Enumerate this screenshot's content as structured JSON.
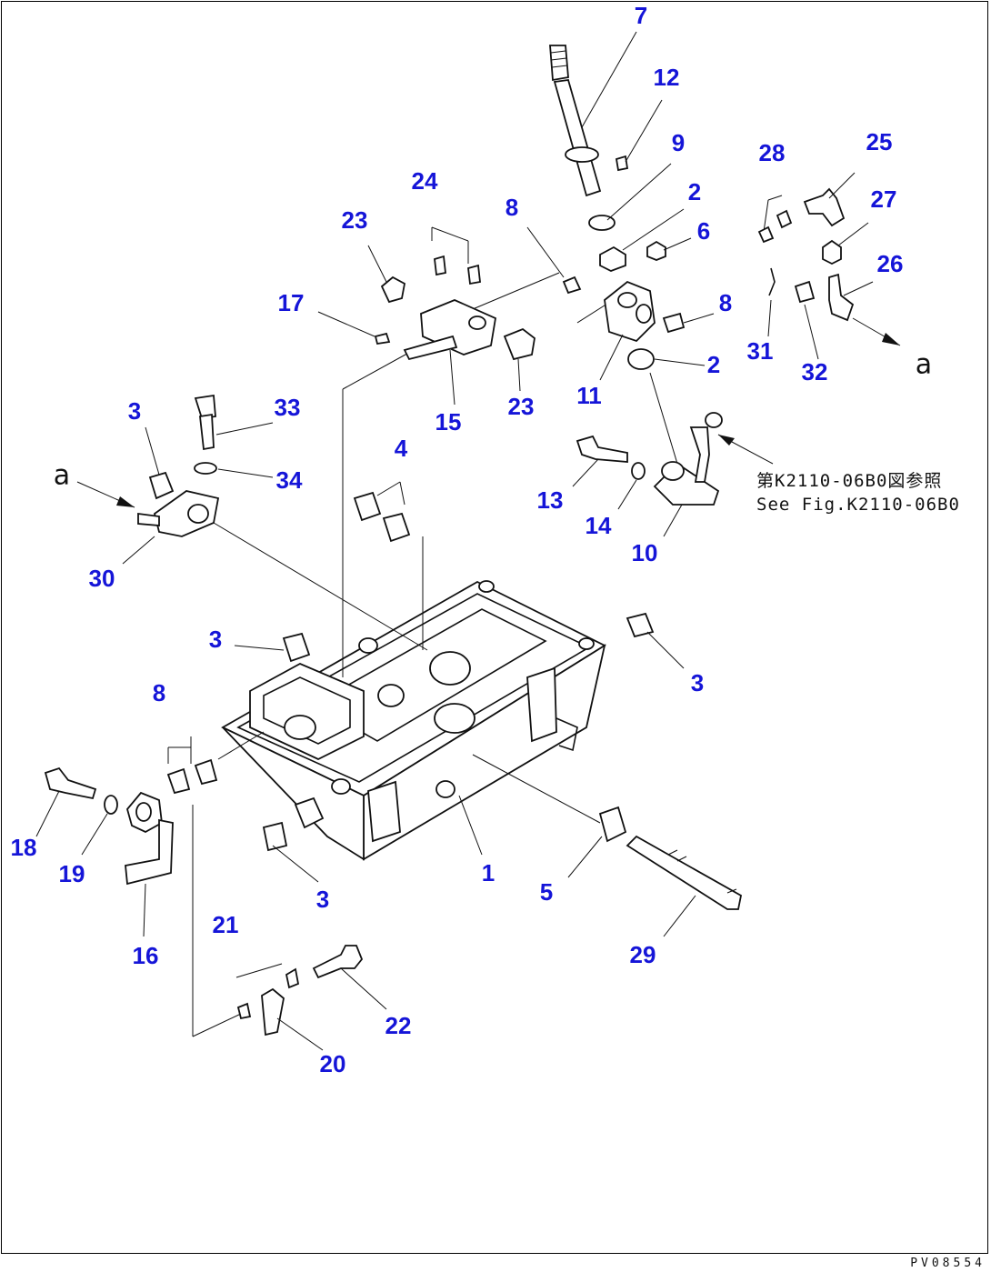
{
  "callouts": [
    {
      "id": "7",
      "text": "7"
    },
    {
      "id": "12",
      "text": "12"
    },
    {
      "id": "9",
      "text": "9"
    },
    {
      "id": "2a",
      "text": "2"
    },
    {
      "id": "6",
      "text": "6"
    },
    {
      "id": "28",
      "text": "28"
    },
    {
      "id": "25",
      "text": "25"
    },
    {
      "id": "27",
      "text": "27"
    },
    {
      "id": "26",
      "text": "26"
    },
    {
      "id": "24",
      "text": "24"
    },
    {
      "id": "23a",
      "text": "23"
    },
    {
      "id": "8a",
      "text": "8"
    },
    {
      "id": "17",
      "text": "17"
    },
    {
      "id": "8b",
      "text": "8"
    },
    {
      "id": "31",
      "text": "31"
    },
    {
      "id": "32",
      "text": "32"
    },
    {
      "id": "2b",
      "text": "2"
    },
    {
      "id": "11",
      "text": "11"
    },
    {
      "id": "15",
      "text": "15"
    },
    {
      "id": "23b",
      "text": "23"
    },
    {
      "id": "3a",
      "text": "3"
    },
    {
      "id": "33",
      "text": "33"
    },
    {
      "id": "34",
      "text": "34"
    },
    {
      "id": "4",
      "text": "4"
    },
    {
      "id": "13",
      "text": "13"
    },
    {
      "id": "14",
      "text": "14"
    },
    {
      "id": "10",
      "text": "10"
    },
    {
      "id": "30",
      "text": "30"
    },
    {
      "id": "3b",
      "text": "3"
    },
    {
      "id": "3c",
      "text": "3"
    },
    {
      "id": "8c",
      "text": "8"
    },
    {
      "id": "18",
      "text": "18"
    },
    {
      "id": "19",
      "text": "19"
    },
    {
      "id": "16",
      "text": "16"
    },
    {
      "id": "3d",
      "text": "3"
    },
    {
      "id": "1",
      "text": "1"
    },
    {
      "id": "5",
      "text": "5"
    },
    {
      "id": "29",
      "text": "29"
    },
    {
      "id": "21",
      "text": "21"
    },
    {
      "id": "22",
      "text": "22"
    },
    {
      "id": "20",
      "text": "20"
    }
  ],
  "reference_note": {
    "line_jp": "第K2110-06B0図参照",
    "line_en": "See Fig.K2110-06B0"
  },
  "view_marks": {
    "left": "a",
    "right": "a"
  },
  "drawing_code": "PV08554",
  "colors": {
    "callout": "#1515d8",
    "line": "#111111",
    "background": "#ffffff"
  }
}
